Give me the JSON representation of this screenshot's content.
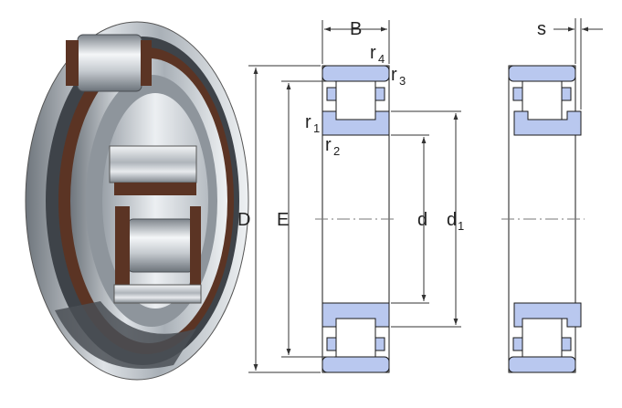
{
  "colors": {
    "section_fill": "#b9c8ef",
    "outline": "#1a1a1a",
    "dimension_line": "#333333",
    "bearing_dark": "#4a4f55",
    "cage_brown": "#5b3424"
  },
  "illustration": {
    "icon": "cylindrical-roller-bearing-photo"
  },
  "labels": {
    "B": "B",
    "s": "s",
    "D": "D",
    "E": "E",
    "d": "d",
    "d1_main": "d",
    "d1_sub": "1",
    "r4_main": "r",
    "r4_sub": "4",
    "r3_main": "r",
    "r3_sub": "3",
    "r1_main": "r",
    "r1_sub": "1",
    "r2_main": "r",
    "r2_sub": "2"
  }
}
